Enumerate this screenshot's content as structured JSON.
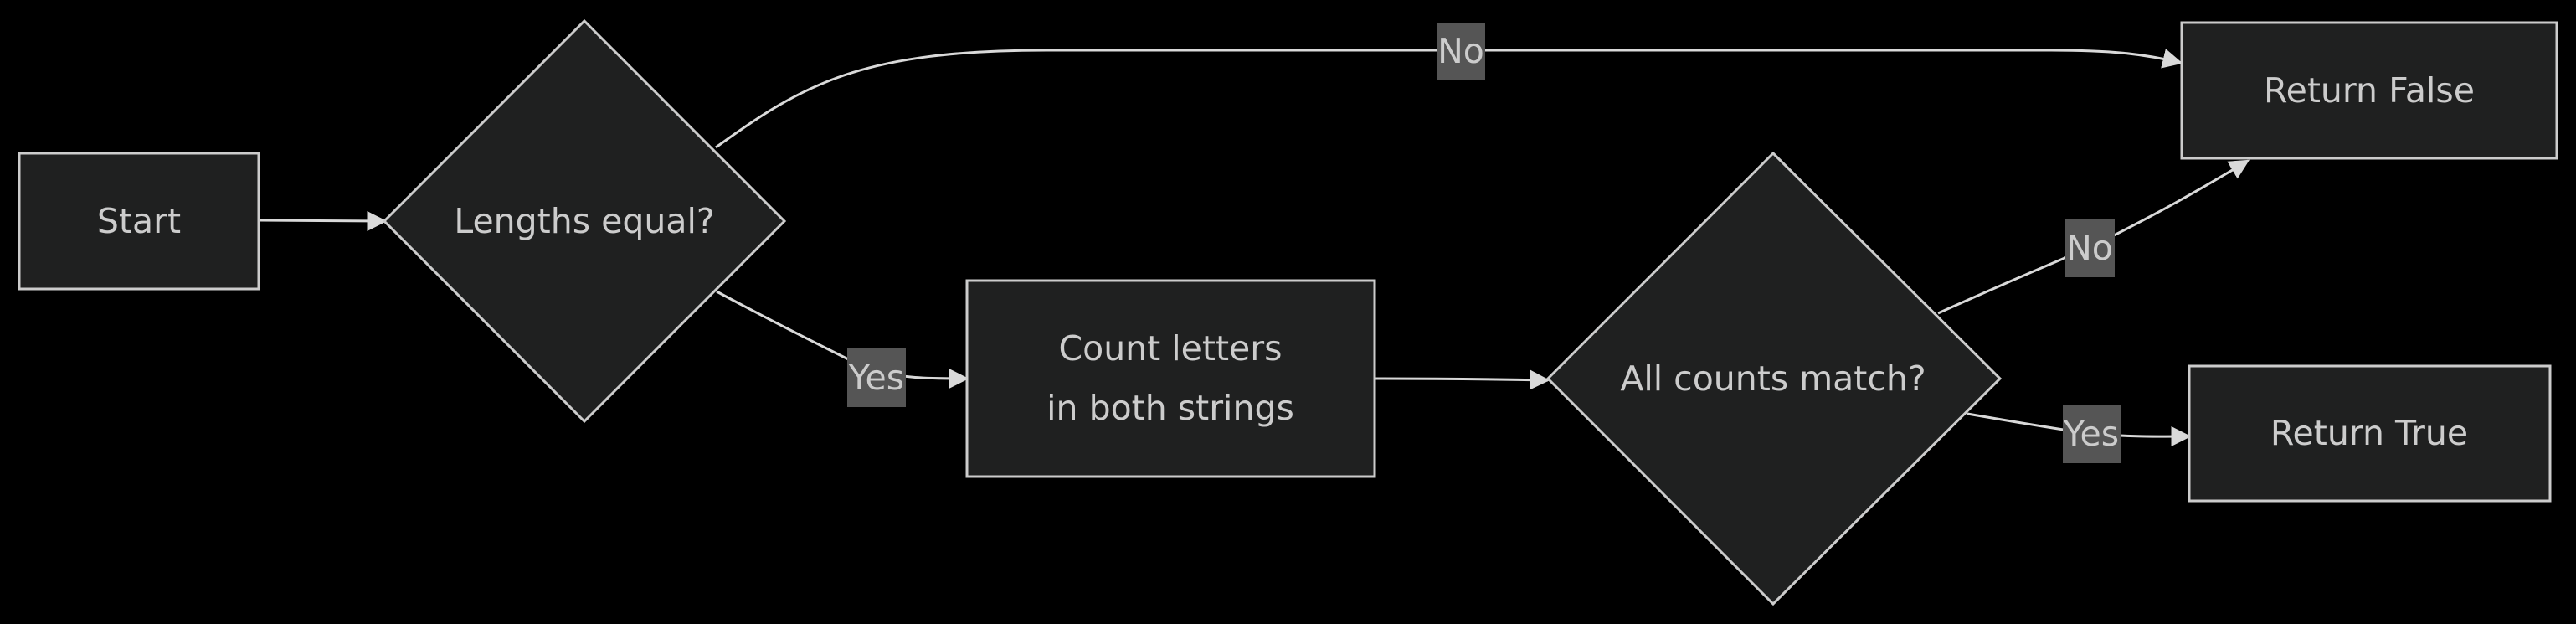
{
  "colors": {
    "background": "#000000",
    "node_fill": "#1f2020",
    "node_stroke": "#cccccc",
    "edge_stroke": "#d9d9d9",
    "label_background": "#555555",
    "text": "#cccccc"
  },
  "nodes": {
    "start": {
      "label": "Start"
    },
    "lengths_equal": {
      "label": "Lengths equal?"
    },
    "count_letters": {
      "line1": "Count letters",
      "line2": "in both strings"
    },
    "all_counts_match": {
      "label": "All counts match?"
    },
    "return_false": {
      "label": "Return False"
    },
    "return_true": {
      "label": "Return True"
    }
  },
  "edges": {
    "lengths_no": {
      "label": "No"
    },
    "lengths_yes": {
      "label": "Yes"
    },
    "counts_no": {
      "label": "No"
    },
    "counts_yes": {
      "label": "Yes"
    }
  }
}
